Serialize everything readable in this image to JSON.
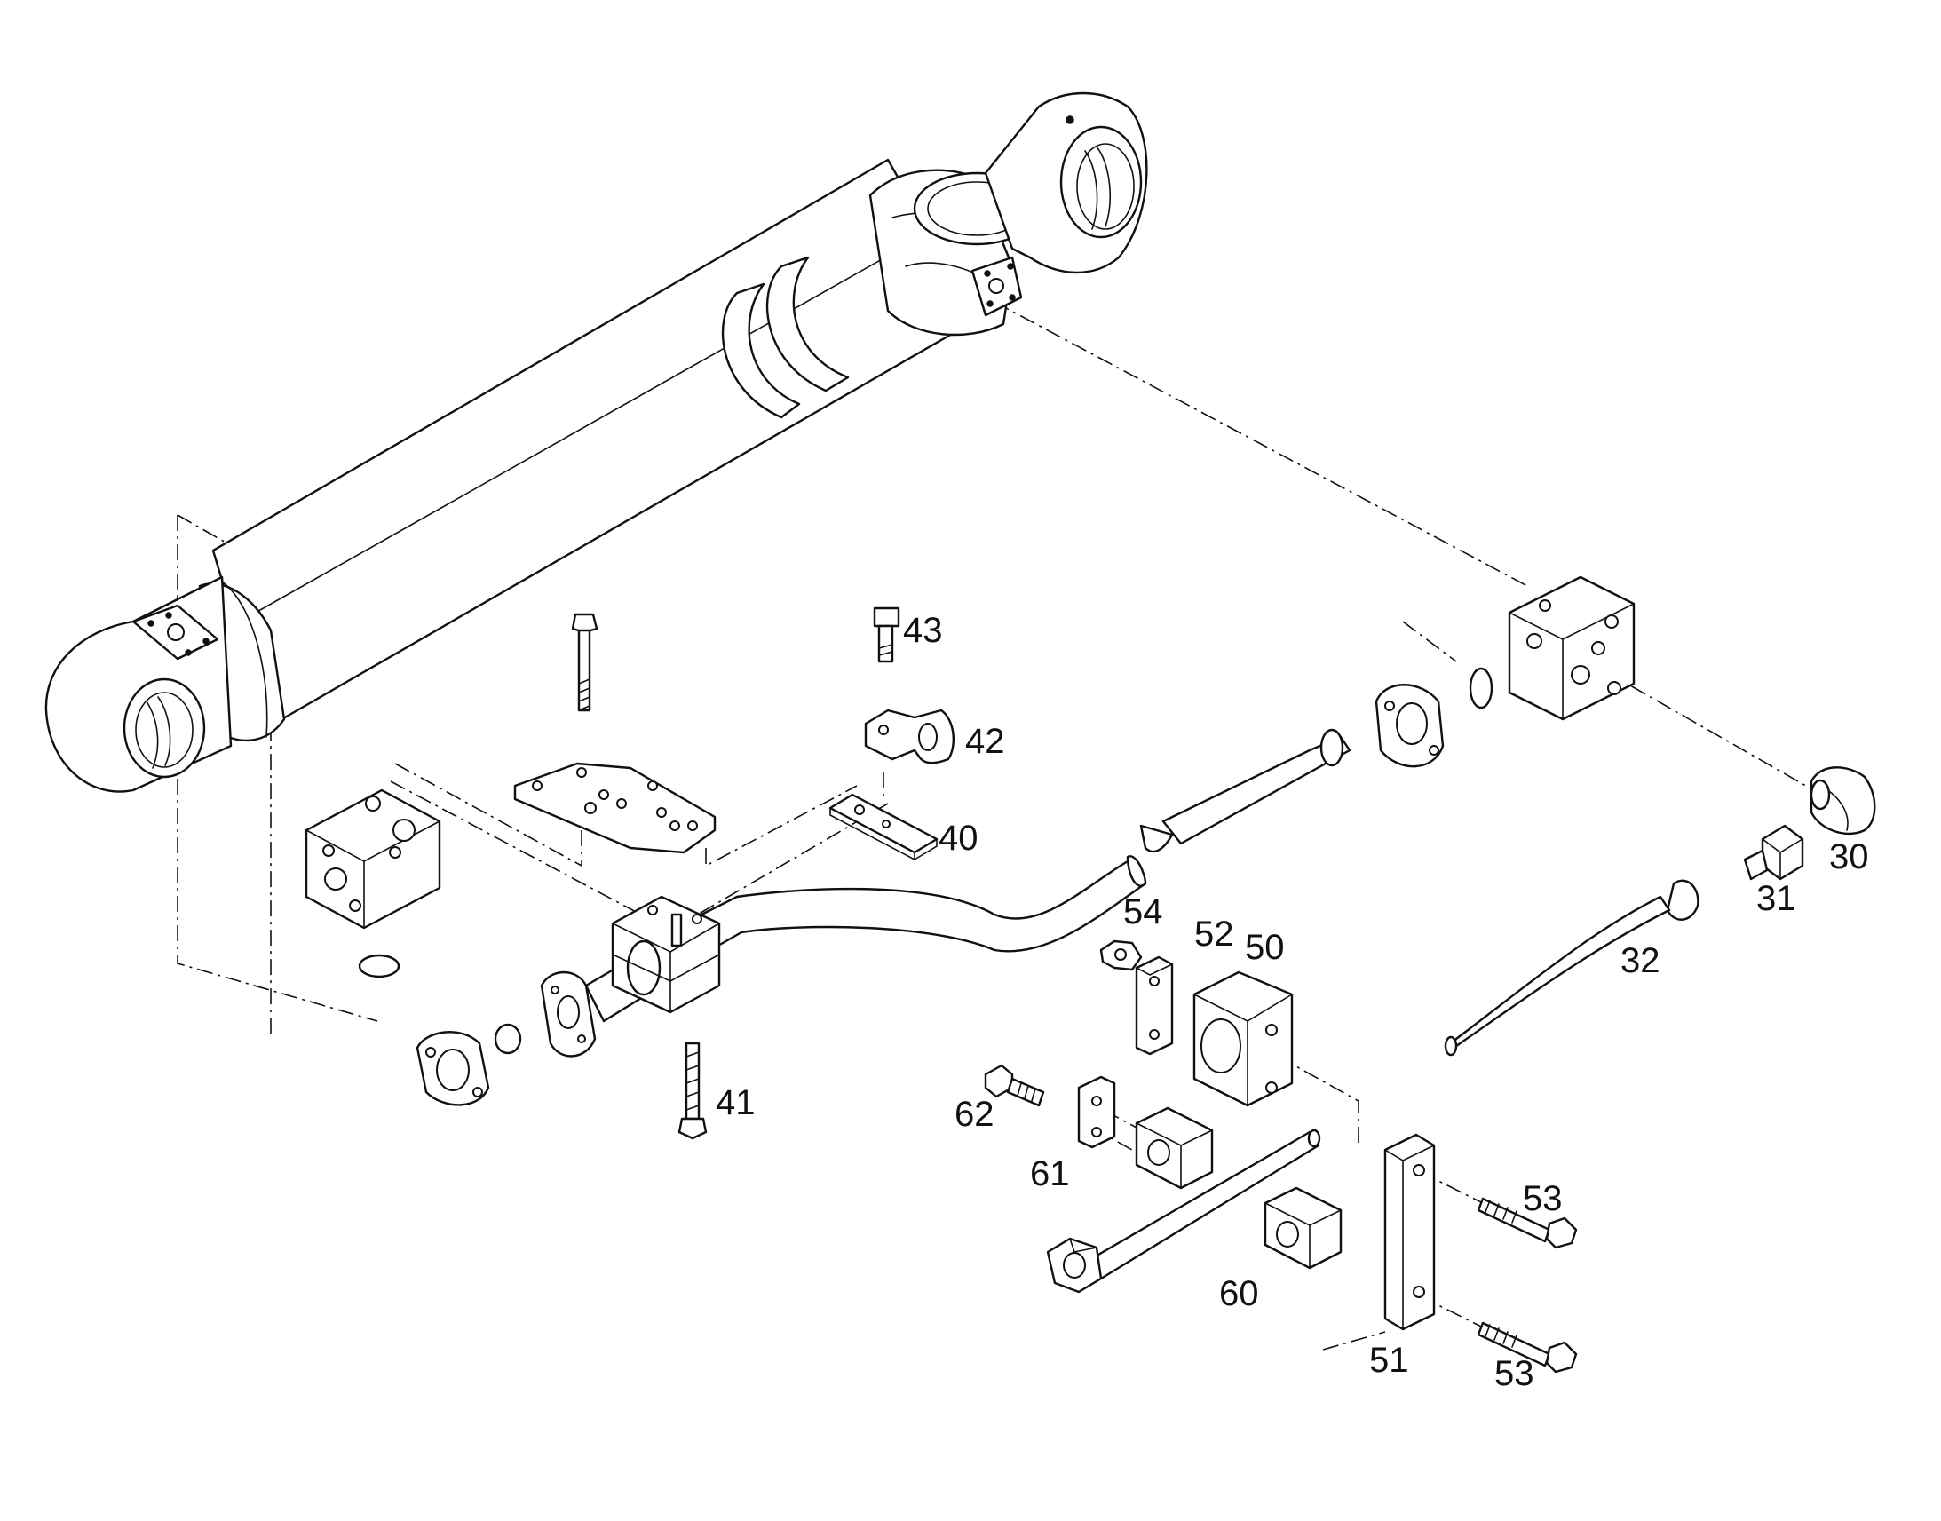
{
  "callouts": {
    "c30": "30",
    "c31": "31",
    "c32": "32",
    "c40": "40",
    "c41": "41",
    "c42": "42",
    "c43": "43",
    "c50": "50",
    "c51": "51",
    "c52": "52",
    "c53a": "53",
    "c53b": "53",
    "c54": "54",
    "c60": "60",
    "c61": "61",
    "c62": "62"
  }
}
